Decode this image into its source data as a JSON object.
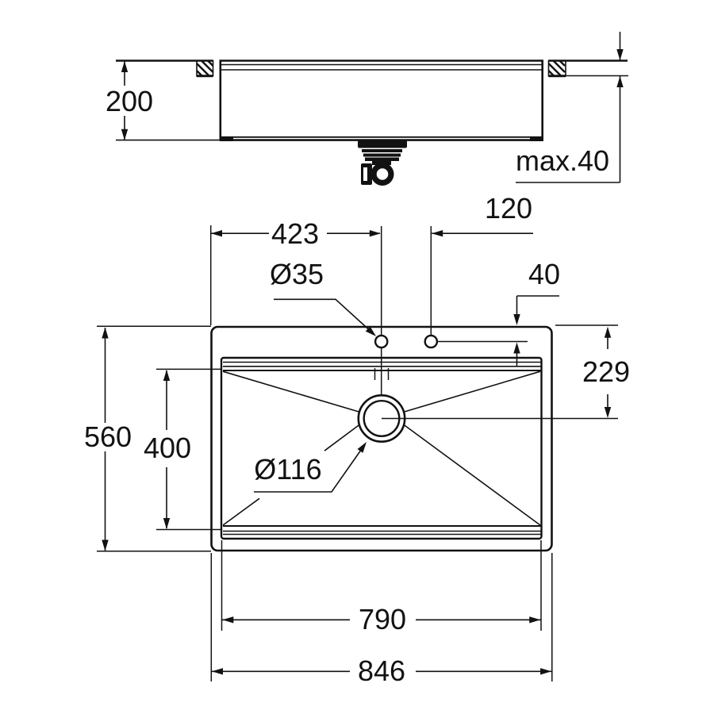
{
  "side_view": {
    "bowl_depth": "200",
    "max_counter_thickness": "max.40"
  },
  "plan_view": {
    "left_edge_to_faucet_hole": "423",
    "faucet_hole_spacing": "120",
    "faucet_hole_diameter": "Ø35",
    "top_edge_to_hole_offset": "40",
    "top_edge_to_drain": "229",
    "overall_depth": "560",
    "bowl_inner_depth": "400",
    "drain_diameter": "Ø116",
    "bowl_inner_width": "790",
    "overall_width": "846"
  },
  "colors": {
    "line": "#121212",
    "background": "#ffffff"
  }
}
